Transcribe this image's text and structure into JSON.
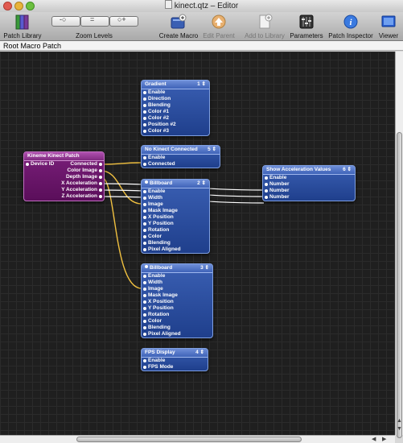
{
  "window": {
    "title": "kinect.qtz – Editor"
  },
  "toolbar": {
    "patch_library": "Patch Library",
    "zoom_levels": "Zoom Levels",
    "create_macro": "Create Macro",
    "edit_parent": "Edit Parent",
    "add_to_library": "Add to Library",
    "parameters": "Parameters",
    "patch_inspector": "Patch Inspector",
    "viewer": "Viewer"
  },
  "pathbar": {
    "label": "Root Macro Patch"
  },
  "nodes": {
    "gradient": {
      "title": "Gradient",
      "num": "1",
      "inputs": [
        "Enable",
        "Direction",
        "Blending",
        "Color #1",
        "Color #2",
        "Position #2",
        "Color #3"
      ]
    },
    "kineme": {
      "title": "Kineme Kinect Patch",
      "inputs": [
        "Device ID"
      ],
      "outputs": [
        "Connected",
        "Color Image",
        "Depth Image",
        "X Acceleration",
        "Y Acceleration",
        "Z Acceleration"
      ]
    },
    "no_kinect": {
      "title": "No Kinect Connected",
      "num": "5",
      "inputs": [
        "Enable",
        "Connected"
      ]
    },
    "billboard2": {
      "title": "Billboard",
      "num": "2",
      "inputs": [
        "Enable",
        "Width",
        "Image",
        "Mask Image",
        "X Position",
        "Y Position",
        "Rotation",
        "Color",
        "Blending",
        "Pixel Aligned"
      ]
    },
    "show_accel": {
      "title": "Show Acceleration Values",
      "num": "6",
      "inputs": [
        "Enable",
        "Number",
        "Number",
        "Number"
      ]
    },
    "billboard3": {
      "title": "Billboard",
      "num": "3",
      "inputs": [
        "Enable",
        "Width",
        "Image",
        "Mask Image",
        "X Position",
        "Y Position",
        "Rotation",
        "Color",
        "Blending",
        "Pixel Aligned"
      ]
    },
    "fps": {
      "title": "FPS Display",
      "num": "4",
      "inputs": [
        "Enable",
        "FPS Mode"
      ]
    }
  },
  "colors": {
    "patch_blue": "#2a4fa3",
    "macro_purple": "#6a166a",
    "wire_yellow": "#f0c040",
    "canvas": "#1f1f1f"
  }
}
